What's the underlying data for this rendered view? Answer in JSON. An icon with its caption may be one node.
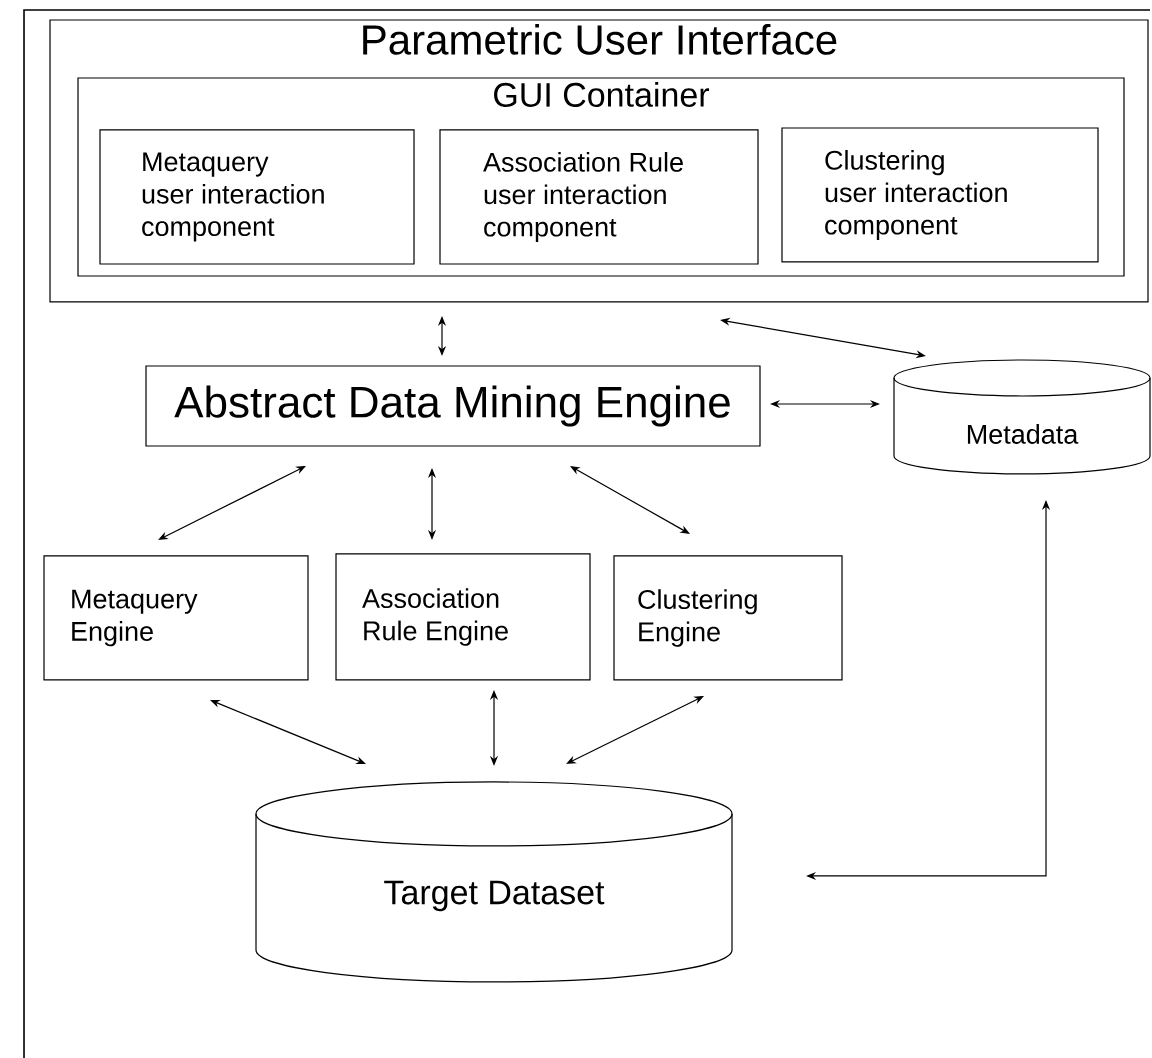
{
  "diagram": {
    "nodes": [
      {
        "text": [
          "Parametric User Interface"
        ]
      },
      {
        "text": [
          "GUI Container"
        ],
        "in": 0
      },
      {
        "text": [
          "Metaquery user interaction component"
        ],
        "in": 1
      },
      {
        "text": [
          "Association Rule user interaction component"
        ],
        "in": 1
      },
      {
        "text": [
          "Clustering user interaction component"
        ],
        "in": 1
      },
      {
        "text": [
          "Abstract Data Mining Engine"
        ]
      },
      {
        "text": [
          "Metadata"
        ]
      },
      {
        "text": [
          "Metaquery Engine"
        ]
      },
      {
        "text": [
          "Association Rule Engine"
        ]
      },
      {
        "text": [
          "Clustering Engine"
        ]
      },
      {
        "text": [
          "Target Dataset"
        ]
      }
    ],
    "edges": [
      {
        "from": 0,
        "to": 5,
        "arrow": "both"
      },
      {
        "from": 0,
        "to": 6,
        "arrow": "both"
      },
      {
        "from": 5,
        "to": 6,
        "arrow": "both"
      },
      {
        "from": 5,
        "to": 7,
        "arrow": "both"
      },
      {
        "from": 5,
        "to": 8,
        "arrow": "both"
      },
      {
        "from": 5,
        "to": 9,
        "arrow": "both"
      },
      {
        "from": 7,
        "to": 10,
        "arrow": "both"
      },
      {
        "from": 8,
        "to": 10,
        "arrow": "both"
      },
      {
        "from": 9,
        "to": 10,
        "arrow": "both"
      },
      {
        "from": 10,
        "to": 6,
        "arrow": "both"
      }
    ]
  }
}
